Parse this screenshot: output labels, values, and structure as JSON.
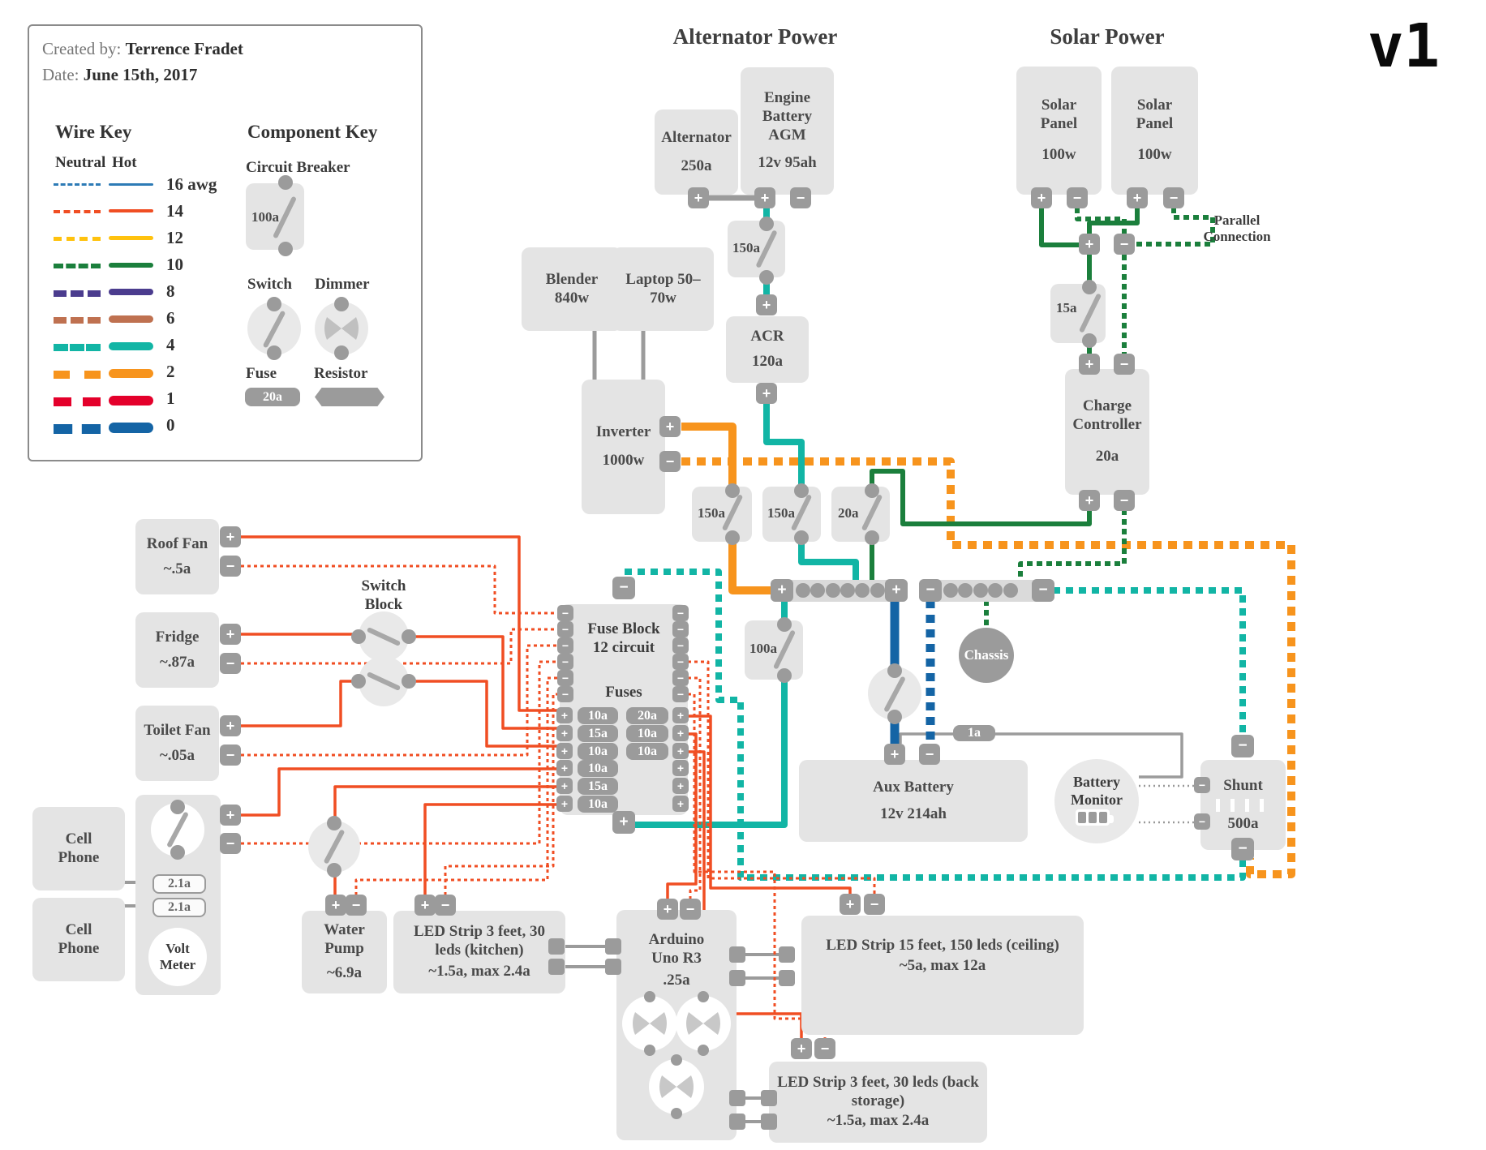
{
  "colors": {
    "awg16": "#2d7bb6",
    "awg14": "#f04e23",
    "awg12": "#ffc20e",
    "awg10": "#1b7f3c",
    "awg8": "#4b3c8e",
    "awg6": "#bf7150",
    "awg4": "#12b5a5",
    "awg2": "#f7941d",
    "awg1": "#e4002b",
    "awg0": "#1464a5",
    "terminal": "#9b9b9b",
    "box": "#e4e4e4"
  },
  "header": {
    "created_label": "Created by:",
    "created_value": "Terrence Fradet",
    "date_label": "Date:",
    "date_value": "June 15th, 2017",
    "version": "v1"
  },
  "titles": {
    "alternator": "Alternator Power",
    "solar": "Solar Power"
  },
  "wire_key": {
    "title": "Wire Key",
    "neutral": "Neutral",
    "hot": "Hot",
    "rows": [
      {
        "label": "16 awg"
      },
      {
        "label": "14"
      },
      {
        "label": "12"
      },
      {
        "label": "10"
      },
      {
        "label": "8"
      },
      {
        "label": "6"
      },
      {
        "label": "4"
      },
      {
        "label": "2"
      },
      {
        "label": "1"
      },
      {
        "label": "0"
      }
    ]
  },
  "component_key": {
    "title": "Component Key",
    "circuit_breaker_label": "Circuit Breaker",
    "breaker_value": "100a",
    "switch_label": "Switch",
    "dimmer_label": "Dimmer",
    "fuse_label": "Fuse",
    "fuse_value": "20a",
    "resistor_label": "Resistor"
  },
  "alternator": {
    "name": "Alternator",
    "value": "250a"
  },
  "engine_battery": {
    "name": "Engine Battery AGM",
    "value": "12v 95ah"
  },
  "acr": {
    "name": "ACR",
    "value": "120a"
  },
  "blender": {
    "name": "Blender 840w"
  },
  "laptop": {
    "name": "Laptop 50–70w"
  },
  "inverter": {
    "name": "Inverter",
    "value": "1000w"
  },
  "solar_panel_1": {
    "name": "Solar Panel",
    "value": "100w"
  },
  "solar_panel_2": {
    "name": "Solar Panel",
    "value": "100w"
  },
  "parallel_note": "Parallel\nConnection",
  "charge_controller": {
    "name": "Charge Controller",
    "value": "20a"
  },
  "breakers": {
    "engine": "150a",
    "inverter": "150a",
    "acr": "150a",
    "solar_out": "20a",
    "aux": "100a",
    "solar_in": "15a"
  },
  "aux_battery": {
    "name": "Aux Battery",
    "value": "12v 214ah"
  },
  "chassis": {
    "name": "Chassis"
  },
  "battery_monitor": {
    "name": "Battery Monitor"
  },
  "fuse_1a": "1a",
  "shunt": {
    "name": "Shunt",
    "value": "500a"
  },
  "fuse_block": {
    "title1": "Fuse Block",
    "title2": "12 circuit",
    "fuses_label": "Fuses",
    "left_fuses": [
      "10a",
      "15a",
      "10a",
      "10a",
      "15a",
      "10a"
    ],
    "right_fuses": [
      "20a",
      "10a",
      "10a"
    ]
  },
  "loads": {
    "roof_fan": {
      "name": "Roof Fan",
      "value": "~.5a"
    },
    "fridge": {
      "name": "Fridge",
      "value": "~.87a"
    },
    "toilet_fan": {
      "name": "Toilet Fan",
      "value": "~.05a"
    },
    "cell_phone_1": {
      "name": "Cell Phone"
    },
    "cell_phone_2": {
      "name": "Cell Phone"
    },
    "usb_fuse_1": "2.1a",
    "usb_fuse_2": "2.1a",
    "volt_meter": "Volt Meter",
    "switch_block": "Switch Block",
    "water_pump": {
      "name": "Water Pump",
      "value": "~6.9a"
    },
    "led_kitchen": {
      "name": "LED Strip 3 feet, 30 leds (kitchen)",
      "value": "~1.5a, max 2.4a"
    },
    "arduino": {
      "name": "Arduino Uno R3",
      "value": ".25a"
    },
    "led_ceiling": {
      "name": "LED Strip 15 feet, 150 leds (ceiling)",
      "value": "~5a, max 12a"
    },
    "led_back": {
      "name": "LED Strip 3 feet, 30 leds (back storage)",
      "value": "~1.5a, max 2.4a"
    }
  }
}
